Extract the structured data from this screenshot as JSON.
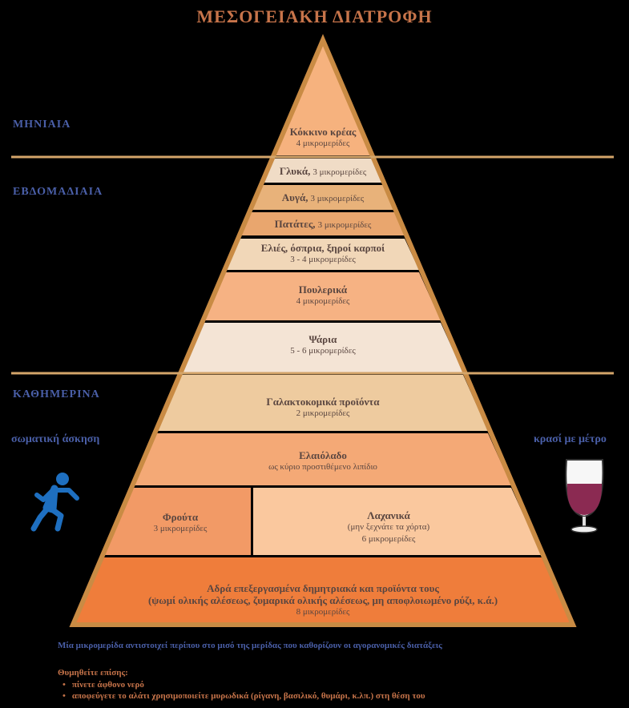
{
  "title": "ΜΕΣΟΓΕΙΑΚΗ ΔΙΑΤΡΟΦΗ",
  "sections": {
    "monthly": "ΜΗΝΙΑΙΑ",
    "weekly": "ΕΒΔΟΜΑΔΙΑΙΑ",
    "daily": "ΚΑΘΗΜΕΡΙΝΑ"
  },
  "side_labels": {
    "exercise": "σωματική άσκηση",
    "wine": "κρασί με μέτρο"
  },
  "tiers": {
    "red_meat": {
      "name": "Κόκκινο κρέας",
      "servings": "4 μικρομερίδες"
    },
    "sweets": {
      "name": "Γλυκά,",
      "servings": "3 μικρομερίδες"
    },
    "eggs": {
      "name": "Αυγά,",
      "servings": "3 μικρομερίδες"
    },
    "potatoes": {
      "name": "Πατάτες,",
      "servings": "3 μικρομερίδες"
    },
    "olives": {
      "name": "Ελιές, όσπρια, ξηροί καρποί",
      "servings": "3 - 4 μικρομερίδες"
    },
    "poultry": {
      "name": "Πουλερικά",
      "servings": "4 μικρομερίδες"
    },
    "fish": {
      "name": "Ψάρια",
      "servings": "5 - 6 μικρομερίδες"
    },
    "dairy": {
      "name": "Γαλακτοκομικά προϊόντα",
      "servings": "2 μικρομερίδες"
    },
    "olive_oil": {
      "name": "Ελαιόλαδο",
      "servings": "ως κύριο προστιθέμενο λιπίδιο"
    },
    "fruits": {
      "name": "Φρούτα",
      "servings": "3 μικρομερίδες"
    },
    "vegetables": {
      "name": "Λαχανικά",
      "note": "(μην ξεχνάτε τα χόρτα)",
      "servings": "6 μικρομερίδες"
    },
    "grains": {
      "name": "Αδρά επεξεργασμένα δημητριακά και προϊόντα τους",
      "detail": "(ψωμί ολικής αλέσεως, ζυμαρικά ολικής αλέσεως, μη αποφλοιωμένο ρύζι, κ.ά.)",
      "servings": "8 μικρομερίδες"
    }
  },
  "footnote": "Μία μικρομερίδα αντιστοιχεί περίπου στο μισό της μερίδας που καθορίζουν οι αγορανομικές διατάξεις",
  "remember_label": "Θυμηθείτε επίσης:",
  "tips": [
    "πίνετε άφθονο νερό",
    "αποφεύγετε το αλάτι χρησιμοποιείτε μυρωδικά (ρίγανη, βασιλικό, θυμάρι, κ.λπ.) στη θέση του"
  ],
  "colors": {
    "outline": "#c98b44",
    "divider": "#d4a56a",
    "red_meat": "#f6b27e",
    "sweets": "#f0dcc6",
    "eggs": "#e8b27a",
    "potatoes": "#e9a66e",
    "olives": "#f1d7b8",
    "poultry": "#f6b283",
    "fish": "#f4e4d5",
    "dairy": "#eecb9f",
    "olive_oil": "#f4a976",
    "fruits": "#f29a66",
    "vegetables": "#fac89e",
    "grains": "#ef7d3b"
  }
}
